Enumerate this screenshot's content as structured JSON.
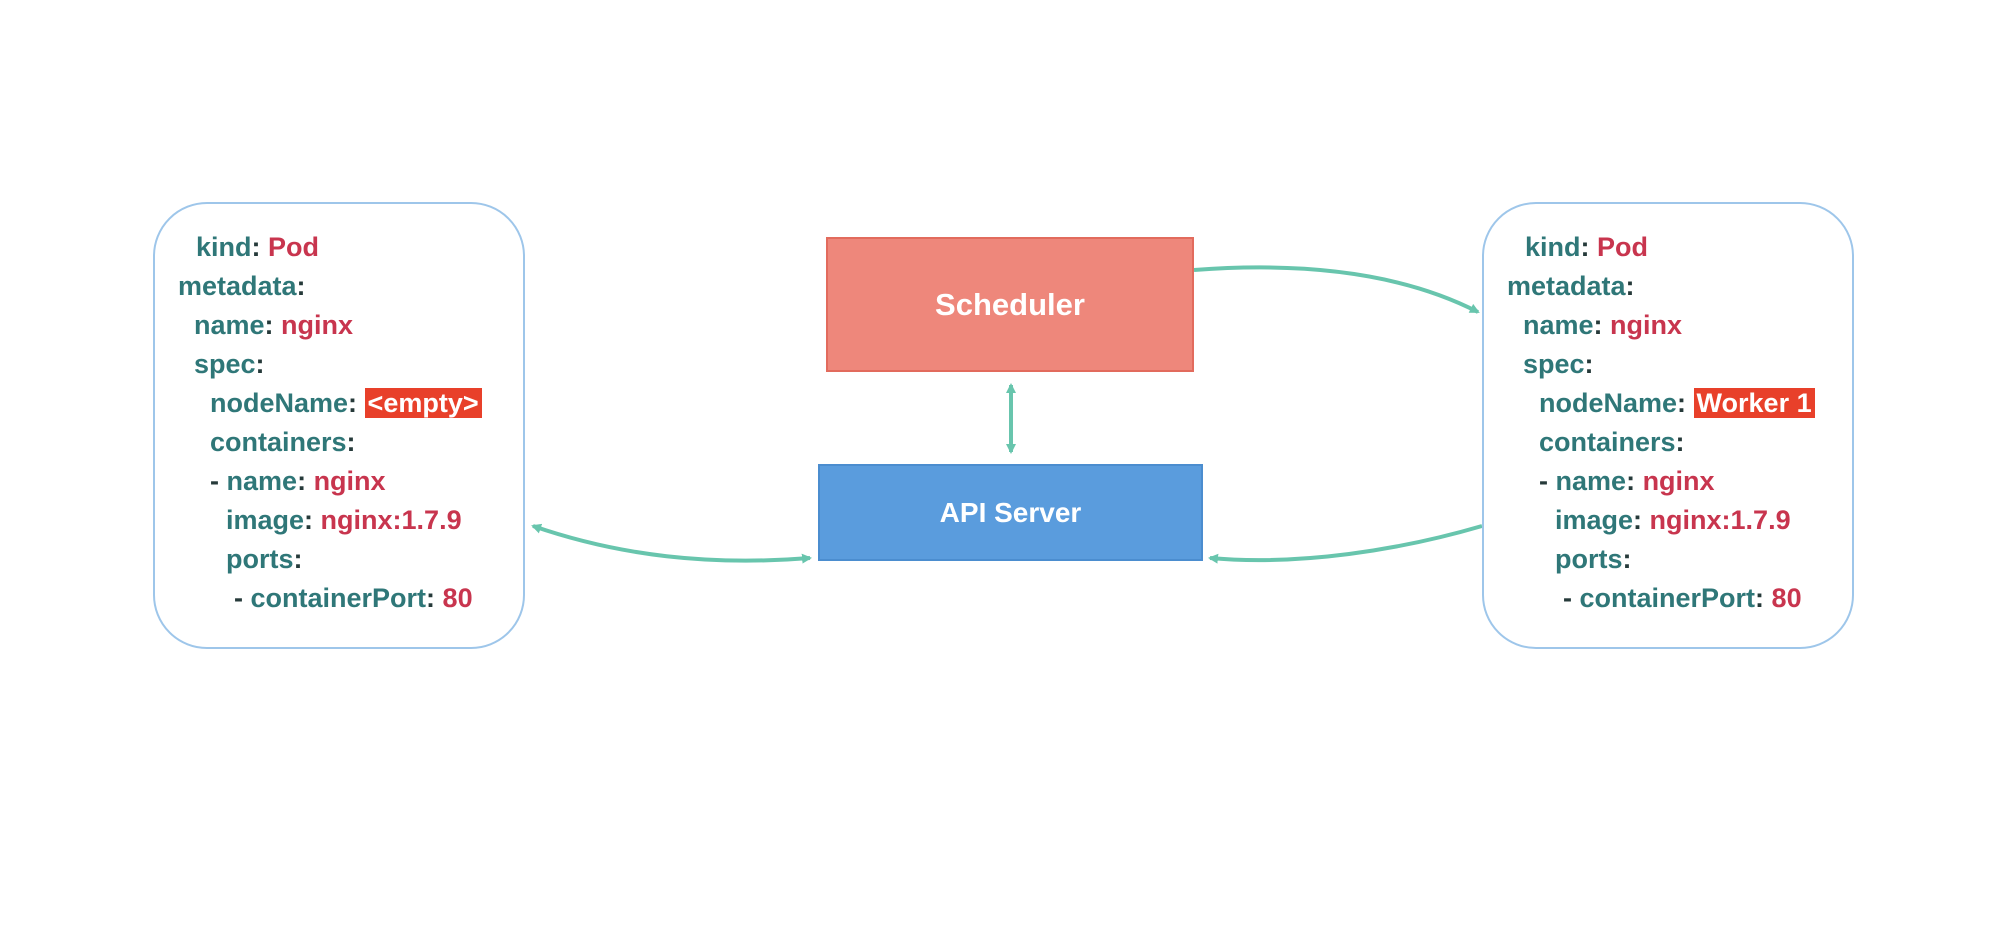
{
  "diagram": {
    "scheduler_label": "Scheduler",
    "api_server_label": "API Server",
    "arrow_color": "#68c5ad",
    "highlight_color": "#e8402a"
  },
  "left_pod": {
    "kind_key": "kind",
    "kind_value": "Pod",
    "metadata_key": "metadata",
    "name_key": "name",
    "name_value": "nginx",
    "spec_key": "spec",
    "nodename_key": "nodeName",
    "nodename_value": "<empty>",
    "containers_key": "containers",
    "dash": "-",
    "container_name_key": "name",
    "container_name_value": "nginx",
    "image_key": "image",
    "image_value": "nginx:1.7.9",
    "ports_key": "ports",
    "container_port_key": "containerPort",
    "container_port_value": "80"
  },
  "right_pod": {
    "kind_key": "kind",
    "kind_value": "Pod",
    "metadata_key": "metadata",
    "name_key": "name",
    "name_value": "nginx",
    "spec_key": "spec",
    "nodename_key": "nodeName",
    "nodename_value": "Worker 1",
    "containers_key": "containers",
    "dash": "-",
    "container_name_key": "name",
    "container_name_value": "nginx",
    "image_key": "image",
    "image_value": "nginx:1.7.9",
    "ports_key": "ports",
    "container_port_key": "containerPort",
    "container_port_value": "80"
  }
}
